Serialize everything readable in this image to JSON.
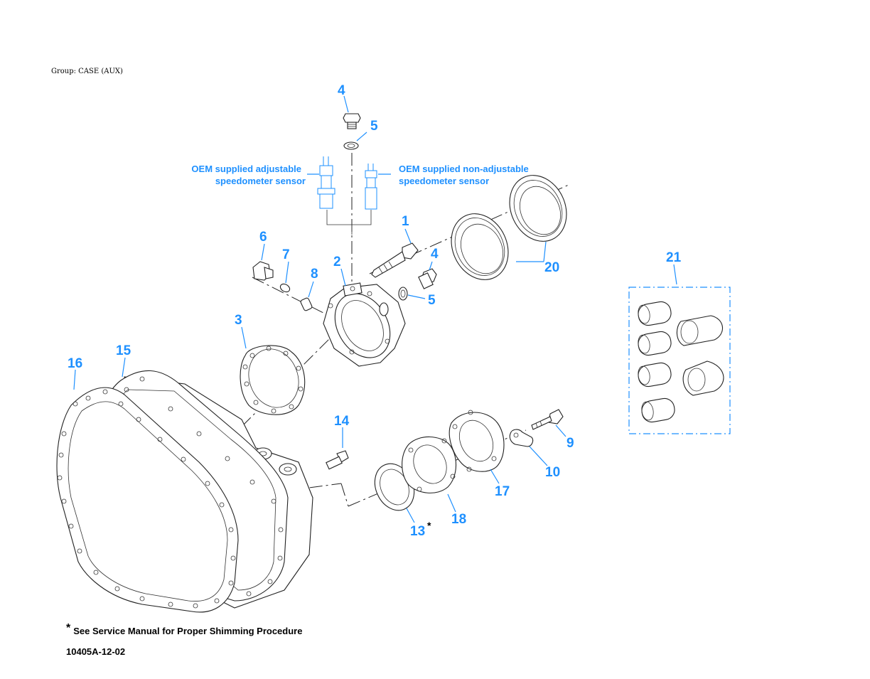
{
  "header": {
    "group_label": "Group: CASE (AUX)"
  },
  "diagram": {
    "callouts": [
      {
        "id": "c4a",
        "text": "4"
      },
      {
        "id": "c5a",
        "text": "5"
      },
      {
        "id": "c1",
        "text": "1"
      },
      {
        "id": "c4b",
        "text": "4"
      },
      {
        "id": "c2",
        "text": "2"
      },
      {
        "id": "c5b",
        "text": "5"
      },
      {
        "id": "c6",
        "text": "6"
      },
      {
        "id": "c7",
        "text": "7"
      },
      {
        "id": "c8",
        "text": "8"
      },
      {
        "id": "c3",
        "text": "3"
      },
      {
        "id": "c20",
        "text": "20"
      },
      {
        "id": "c21",
        "text": "21"
      },
      {
        "id": "c16",
        "text": "16"
      },
      {
        "id": "c15",
        "text": "15"
      },
      {
        "id": "c14",
        "text": "14"
      },
      {
        "id": "c9",
        "text": "9"
      },
      {
        "id": "c10",
        "text": "10"
      },
      {
        "id": "c17",
        "text": "17"
      },
      {
        "id": "c18",
        "text": "18"
      },
      {
        "id": "c13",
        "text": "13"
      }
    ],
    "sensor_notes": {
      "adjustable_line1": "OEM supplied adjustable",
      "adjustable_line2": "speedometer sensor",
      "nonadjustable_line1": "OEM supplied non-adjustable",
      "nonadjustable_line2": "speedometer sensor"
    },
    "shim_asterisk": "*"
  },
  "footer": {
    "asterisk": "*",
    "note": "See Service Manual for Proper Shimming Procedure",
    "figure_id": "10405A-12-02"
  },
  "colors": {
    "callout": "#1e90ff",
    "line": "#222222"
  }
}
